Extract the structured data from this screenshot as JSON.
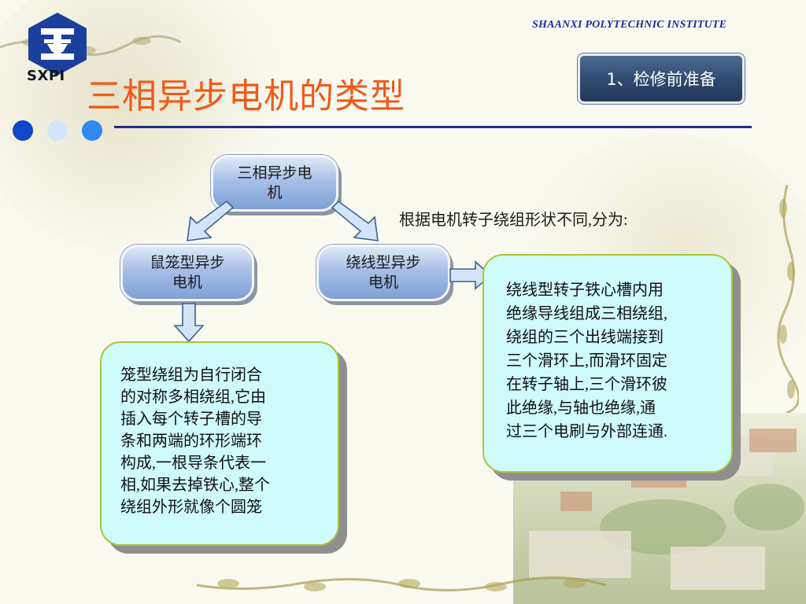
{
  "header": {
    "institute": "SHAANXI  POLYTECHNIC   INSTITUTE",
    "logo_text": "SXPI",
    "title": "三相异步电机的类型",
    "tag": "1、检修前准备"
  },
  "diagram": {
    "root": [
      "三相异步电",
      "机"
    ],
    "intro": "根据电机转子绕组形状不同,分为:",
    "type_a": [
      "鼠笼型异步",
      "电机"
    ],
    "type_b": [
      "绕线型异步",
      "电机"
    ],
    "desc_a": [
      "笼型绕组为自行闭合",
      "的对称多相绕组,它由",
      "插入每个转子槽的导",
      "条和两端的环形端环",
      "构成,一根导条代表一",
      "相,如果去掉铁心,整个",
      "绕组外形就像个圆笼"
    ],
    "desc_b": [
      "绕线型转子铁心槽内用",
      "绝缘导线组成三相绕组,",
      "绕组的三个出线端接到",
      "三个滑环上,而滑环固定",
      "在转子轴上,三个滑环彼",
      "此绝缘,与轴也绝缘,通",
      "过三个电刷与外部连通."
    ]
  },
  "colors": {
    "title": "#f05a18",
    "institute": "#1c2f9a",
    "card": "#cffbfa",
    "rule": "#1f2f86"
  }
}
